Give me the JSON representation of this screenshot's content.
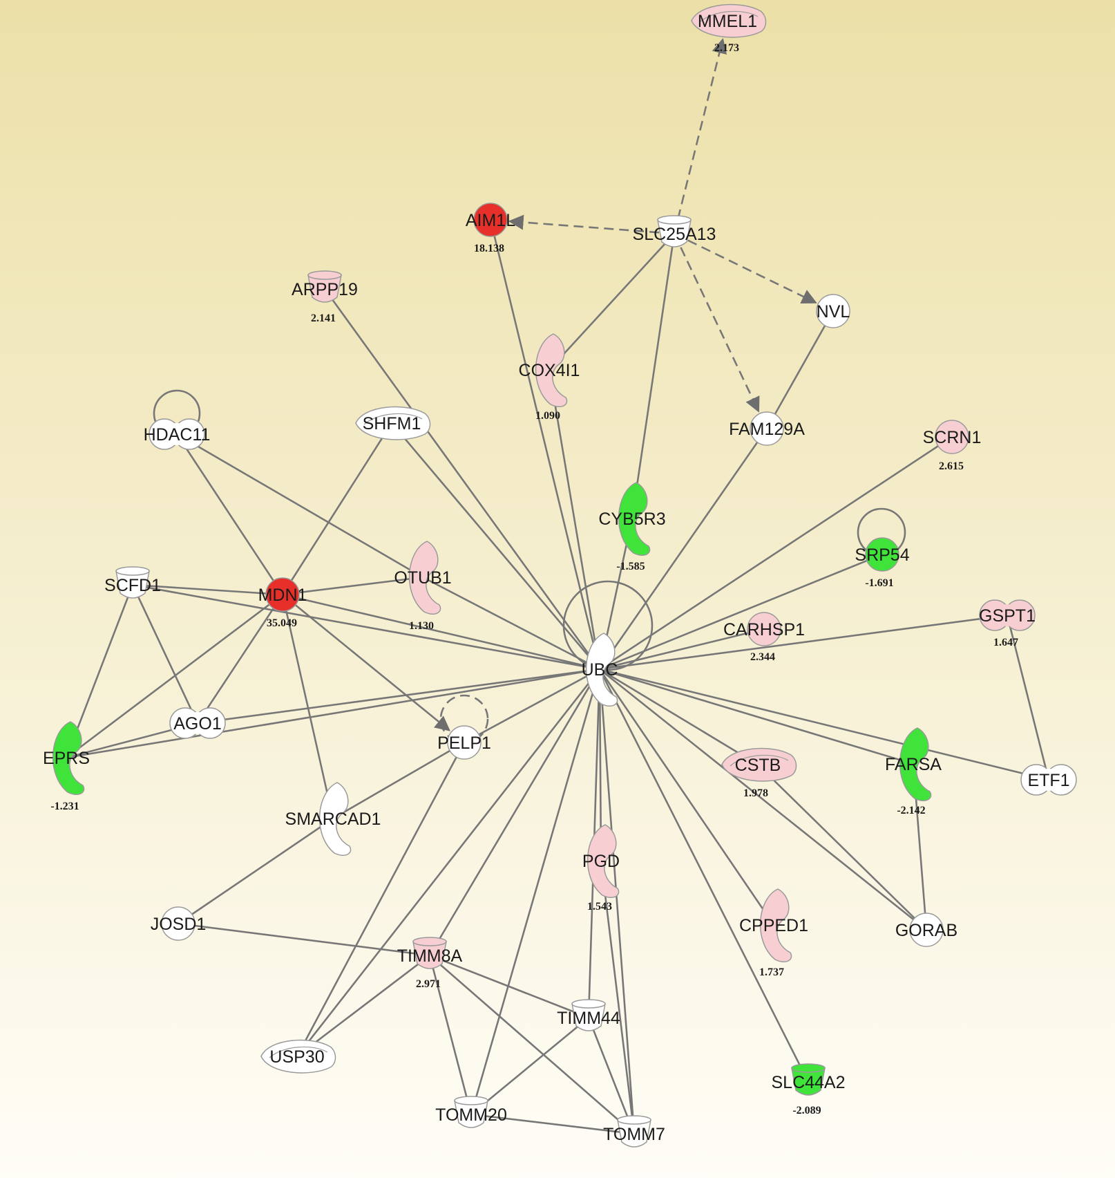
{
  "colors": {
    "up_strong": "#e8302a",
    "up_light": "#f7cfd2",
    "down_strong": "#3fe33a",
    "neutral": "#ffffff",
    "edge": "#777777",
    "bg_top": "#ece0a8",
    "bg_bottom": "#fffdf7"
  },
  "nodes": [
    {
      "id": "MMEL1",
      "label": "MMEL1",
      "value": "2.173",
      "color": "up_light",
      "shape": "enzyme"
    },
    {
      "id": "AIM1L",
      "label": "AIM1L",
      "value": "18.138",
      "color": "up_strong",
      "shape": "circle"
    },
    {
      "id": "SLC25A13",
      "label": "SLC25A13",
      "value": "",
      "color": "neutral",
      "shape": "transporter"
    },
    {
      "id": "ARPP19",
      "label": "ARPP19",
      "value": "2.141",
      "color": "up_light",
      "shape": "transporter"
    },
    {
      "id": "NVL",
      "label": "NVL",
      "value": "",
      "color": "neutral",
      "shape": "circle"
    },
    {
      "id": "COX4I1",
      "label": "COX4I1",
      "value": "1.090",
      "color": "up_light",
      "shape": "crescent"
    },
    {
      "id": "HDAC11",
      "label": "HDAC11",
      "value": "",
      "color": "neutral",
      "shape": "peanut"
    },
    {
      "id": "SHFM1",
      "label": "SHFM1",
      "value": "",
      "color": "neutral",
      "shape": "enzyme"
    },
    {
      "id": "FAM129A",
      "label": "FAM129A",
      "value": "",
      "color": "neutral",
      "shape": "circle"
    },
    {
      "id": "SCRN1",
      "label": "SCRN1",
      "value": "2.615",
      "color": "up_light",
      "shape": "circle"
    },
    {
      "id": "CYB5R3",
      "label": "CYB5R3",
      "value": "-1.585",
      "color": "down_strong",
      "shape": "crescent"
    },
    {
      "id": "SRP54",
      "label": "SRP54",
      "value": "-1.691",
      "color": "down_strong",
      "shape": "circle"
    },
    {
      "id": "SCFD1",
      "label": "SCFD1",
      "value": "",
      "color": "neutral",
      "shape": "transporter"
    },
    {
      "id": "MDN1",
      "label": "MDN1",
      "value": "35.049",
      "color": "up_strong",
      "shape": "circle"
    },
    {
      "id": "OTUB1",
      "label": "OTUB1",
      "value": "1.130",
      "color": "up_light",
      "shape": "crescent"
    },
    {
      "id": "GSPT1",
      "label": "GSPT1",
      "value": "1.647",
      "color": "up_light",
      "shape": "peanut"
    },
    {
      "id": "CARHSP1",
      "label": "CARHSP1",
      "value": "2.344",
      "color": "up_light",
      "shape": "circle"
    },
    {
      "id": "UBC",
      "label": "UBC",
      "value": "",
      "color": "neutral",
      "shape": "crescent"
    },
    {
      "id": "AGO1",
      "label": "AGO1",
      "value": "",
      "color": "neutral",
      "shape": "peanut"
    },
    {
      "id": "EPRS",
      "label": "EPRS",
      "value": "-1.231",
      "color": "down_strong",
      "shape": "crescent"
    },
    {
      "id": "PELP1",
      "label": "PELP1",
      "value": "",
      "color": "neutral",
      "shape": "circle"
    },
    {
      "id": "CSTB",
      "label": "CSTB",
      "value": "1.978",
      "color": "up_light",
      "shape": "enzyme"
    },
    {
      "id": "FARSA",
      "label": "FARSA",
      "value": "-2.142",
      "color": "down_strong",
      "shape": "crescent"
    },
    {
      "id": "ETF1",
      "label": "ETF1",
      "value": "",
      "color": "neutral",
      "shape": "peanut"
    },
    {
      "id": "SMARCAD1",
      "label": "SMARCAD1",
      "value": "",
      "color": "neutral",
      "shape": "crescent"
    },
    {
      "id": "PGD",
      "label": "PGD",
      "value": "1.543",
      "color": "up_light",
      "shape": "crescent"
    },
    {
      "id": "JOSD1",
      "label": "JOSD1",
      "value": "",
      "color": "neutral",
      "shape": "circle"
    },
    {
      "id": "CPPED1",
      "label": "CPPED1",
      "value": "1.737",
      "color": "up_light",
      "shape": "crescent"
    },
    {
      "id": "GORAB",
      "label": "GORAB",
      "value": "",
      "color": "neutral",
      "shape": "circle"
    },
    {
      "id": "TIMM8A",
      "label": "TIMM8A",
      "value": "2.971",
      "color": "up_light",
      "shape": "transporter"
    },
    {
      "id": "TIMM44",
      "label": "TIMM44",
      "value": "",
      "color": "neutral",
      "shape": "transporter"
    },
    {
      "id": "USP30",
      "label": "USP30",
      "value": "",
      "color": "neutral",
      "shape": "enzyme"
    },
    {
      "id": "SLC44A2",
      "label": "SLC44A2",
      "value": "-2.089",
      "color": "down_strong",
      "shape": "transporter"
    },
    {
      "id": "TOMM20",
      "label": "TOMM20",
      "value": "",
      "color": "neutral",
      "shape": "transporter"
    },
    {
      "id": "TOMM7",
      "label": "TOMM7",
      "value": "",
      "color": "neutral",
      "shape": "transporter"
    }
  ],
  "edges": [
    {
      "from": "SLC25A13",
      "to": "MMEL1",
      "style": "dashed",
      "arrow": true
    },
    {
      "from": "SLC25A13",
      "to": "AIM1L",
      "style": "dashed",
      "arrow": true
    },
    {
      "from": "SLC25A13",
      "to": "NVL",
      "style": "dashed",
      "arrow": true
    },
    {
      "from": "SLC25A13",
      "to": "FAM129A",
      "style": "dashed",
      "arrow": true
    },
    {
      "from": "SLC25A13",
      "to": "COX4I1",
      "style": "solid",
      "arrow": false
    },
    {
      "from": "SLC25A13",
      "to": "CYB5R3",
      "style": "solid",
      "arrow": false
    },
    {
      "from": "NVL",
      "to": "FAM129A",
      "style": "solid",
      "arrow": false
    },
    {
      "from": "UBC",
      "to": "AIM1L",
      "style": "solid",
      "arrow": false
    },
    {
      "from": "UBC",
      "to": "ARPP19",
      "style": "solid",
      "arrow": false
    },
    {
      "from": "UBC",
      "to": "COX4I1",
      "style": "solid",
      "arrow": false
    },
    {
      "from": "UBC",
      "to": "SHFM1",
      "style": "solid",
      "arrow": false
    },
    {
      "from": "UBC",
      "to": "FAM129A",
      "style": "solid",
      "arrow": false
    },
    {
      "from": "UBC",
      "to": "SCRN1",
      "style": "solid",
      "arrow": false
    },
    {
      "from": "UBC",
      "to": "CYB5R3",
      "style": "solid",
      "arrow": false
    },
    {
      "from": "UBC",
      "to": "SRP54",
      "style": "solid",
      "arrow": false
    },
    {
      "from": "UBC",
      "to": "SCFD1",
      "style": "solid",
      "arrow": false
    },
    {
      "from": "UBC",
      "to": "MDN1",
      "style": "solid",
      "arrow": false
    },
    {
      "from": "UBC",
      "to": "OTUB1",
      "style": "solid",
      "arrow": false
    },
    {
      "from": "UBC",
      "to": "GSPT1",
      "style": "solid",
      "arrow": false
    },
    {
      "from": "UBC",
      "to": "CARHSP1",
      "style": "solid",
      "arrow": false
    },
    {
      "from": "UBC",
      "to": "AGO1",
      "style": "solid",
      "arrow": false
    },
    {
      "from": "UBC",
      "to": "EPRS",
      "style": "solid",
      "arrow": false
    },
    {
      "from": "UBC",
      "to": "PELP1",
      "style": "solid",
      "arrow": false
    },
    {
      "from": "UBC",
      "to": "CSTB",
      "style": "solid",
      "arrow": false
    },
    {
      "from": "UBC",
      "to": "FARSA",
      "style": "solid",
      "arrow": false
    },
    {
      "from": "UBC",
      "to": "ETF1",
      "style": "solid",
      "arrow": false
    },
    {
      "from": "UBC",
      "to": "PGD",
      "style": "solid",
      "arrow": false
    },
    {
      "from": "UBC",
      "to": "CPPED1",
      "style": "solid",
      "arrow": false
    },
    {
      "from": "UBC",
      "to": "GORAB",
      "style": "solid",
      "arrow": false
    },
    {
      "from": "UBC",
      "to": "TIMM8A",
      "style": "solid",
      "arrow": false
    },
    {
      "from": "UBC",
      "to": "TIMM44",
      "style": "solid",
      "arrow": false
    },
    {
      "from": "UBC",
      "to": "USP30",
      "style": "solid",
      "arrow": false
    },
    {
      "from": "UBC",
      "to": "SLC44A2",
      "style": "solid",
      "arrow": false
    },
    {
      "from": "UBC",
      "to": "TOMM20",
      "style": "solid",
      "arrow": false
    },
    {
      "from": "UBC",
      "to": "TOMM7",
      "style": "solid",
      "arrow": false
    },
    {
      "from": "HDAC11",
      "to": "MDN1",
      "style": "solid",
      "arrow": false
    },
    {
      "from": "HDAC11",
      "to": "OTUB1",
      "style": "solid",
      "arrow": false
    },
    {
      "from": "SHFM1",
      "to": "MDN1",
      "style": "solid",
      "arrow": false
    },
    {
      "from": "SCFD1",
      "to": "MDN1",
      "style": "solid",
      "arrow": false
    },
    {
      "from": "SCFD1",
      "to": "EPRS",
      "style": "solid",
      "arrow": false
    },
    {
      "from": "SCFD1",
      "to": "AGO1",
      "style": "solid",
      "arrow": false
    },
    {
      "from": "MDN1",
      "to": "OTUB1",
      "style": "solid",
      "arrow": false
    },
    {
      "from": "MDN1",
      "to": "EPRS",
      "style": "solid",
      "arrow": false
    },
    {
      "from": "MDN1",
      "to": "AGO1",
      "style": "solid",
      "arrow": false
    },
    {
      "from": "MDN1",
      "to": "SMARCAD1",
      "style": "solid",
      "arrow": false
    },
    {
      "from": "MDN1",
      "to": "PELP1",
      "style": "solid",
      "arrow": true
    },
    {
      "from": "EPRS",
      "to": "AGO1",
      "style": "solid",
      "arrow": false
    },
    {
      "from": "PELP1",
      "to": "SMARCAD1",
      "style": "solid",
      "arrow": false
    },
    {
      "from": "SMARCAD1",
      "to": "JOSD1",
      "style": "solid",
      "arrow": false
    },
    {
      "from": "JOSD1",
      "to": "TIMM8A",
      "style": "solid",
      "arrow": false
    },
    {
      "from": "PELP1",
      "to": "USP30",
      "style": "solid",
      "arrow": false
    },
    {
      "from": "GSPT1",
      "to": "ETF1",
      "style": "solid",
      "arrow": false
    },
    {
      "from": "FARSA",
      "to": "GORAB",
      "style": "solid",
      "arrow": false
    },
    {
      "from": "CSTB",
      "to": "GORAB",
      "style": "solid",
      "arrow": false
    },
    {
      "from": "TIMM8A",
      "to": "USP30",
      "style": "solid",
      "arrow": false
    },
    {
      "from": "TIMM8A",
      "to": "TIMM44",
      "style": "solid",
      "arrow": false
    },
    {
      "from": "TIMM8A",
      "to": "TOMM20",
      "style": "solid",
      "arrow": false
    },
    {
      "from": "TIMM8A",
      "to": "TOMM7",
      "style": "solid",
      "arrow": false
    },
    {
      "from": "TIMM44",
      "to": "TOMM20",
      "style": "solid",
      "arrow": false
    },
    {
      "from": "TIMM44",
      "to": "TOMM7",
      "style": "solid",
      "arrow": false
    },
    {
      "from": "TOMM20",
      "to": "TOMM7",
      "style": "solid",
      "arrow": false
    },
    {
      "from": "PGD",
      "to": "TOMM7",
      "style": "solid",
      "arrow": false
    }
  ],
  "self_loops": [
    {
      "node": "HDAC11",
      "style": "solid"
    },
    {
      "node": "SRP54",
      "style": "solid"
    },
    {
      "node": "PELP1",
      "style": "dashed"
    },
    {
      "node": "UBC",
      "style": "solid"
    }
  ]
}
